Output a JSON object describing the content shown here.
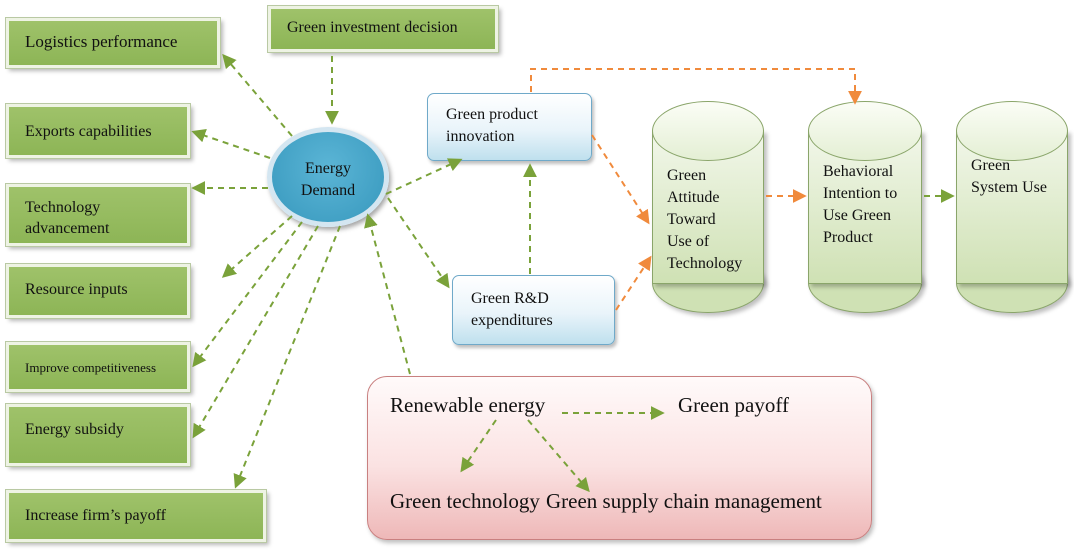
{
  "left_boxes": {
    "logistics": "Logistics performance",
    "exports": "Exports capabilities",
    "technology": "Technology\nadvancement",
    "resource": "Resource inputs",
    "competitiveness": "Improve competitiveness",
    "subsidy": "Energy subsidy",
    "payoff": "Increase firm’s payoff"
  },
  "top_box": "Green investment decision",
  "center_node": "Energy\nDemand",
  "blue_boxes": {
    "innovation": "Green product\ninnovation",
    "rd": "Green R&D\nexpenditures"
  },
  "cylinders": {
    "attitude": "Green\nAttitude\nToward\nUse of\nTechnology",
    "intention": "Behavioral\nIntention to\nUse Green\nProduct",
    "system_use": "Green\nSystem Use"
  },
  "renewable_panel": {
    "renewable": "Renewable energy",
    "payoff": "Green payoff",
    "technology": "Green technology",
    "supply_chain": "Green supply chain management"
  },
  "colors": {
    "green_arrow": "#7aa23a",
    "orange_arrow": "#f08a3c"
  }
}
